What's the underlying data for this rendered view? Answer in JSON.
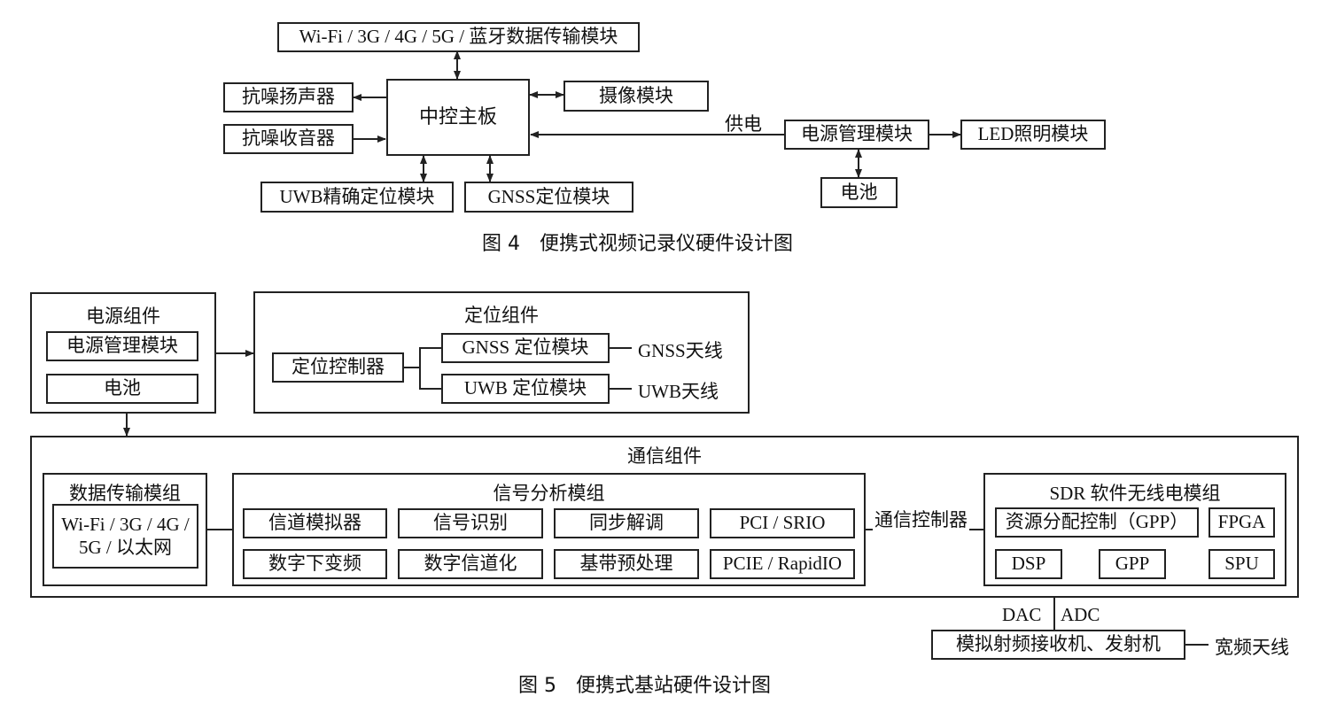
{
  "fig4": {
    "caption": "图 4　便携式视频记录仪硬件设计图",
    "wireless_module": "Wi-Fi / 3G / 4G / 5G / 蓝牙数据传输模块",
    "speaker": "抗噪扬声器",
    "microphone": "抗噪收音器",
    "mainboard": "中控主板",
    "camera": "摄像模块",
    "uwb": "UWB精确定位模块",
    "gnss": "GNSS定位模块",
    "power_label": "供电",
    "power_mgmt": "电源管理模块",
    "led": "LED照明模块",
    "battery": "电池"
  },
  "fig5": {
    "caption": "图 5　便携式基站硬件设计图",
    "power_group": {
      "title": "电源组件",
      "mgmt": "电源管理模块",
      "battery": "电池"
    },
    "positioning_group": {
      "title": "定位组件",
      "controller": "定位控制器",
      "gnss_module": "GNSS 定位模块",
      "uwb_module": "UWB 定位模块",
      "gnss_antenna": "GNSS天线",
      "uwb_antenna": "UWB天线"
    },
    "comm_group": {
      "title": "通信组件",
      "data_group": {
        "title": "数据传输模组",
        "content_line1": "Wi-Fi / 3G / 4G /",
        "content_line2": "5G / 以太网"
      },
      "signal_group": {
        "title": "信号分析模组",
        "cells": [
          "信道模拟器",
          "信号识别",
          "同步解调",
          "PCI / SRIO",
          "数字下变频",
          "数字信道化",
          "基带预处理",
          "PCIE / RapidIO"
        ]
      },
      "controller": "通信控制器",
      "sdr_group": {
        "title": "SDR 软件无线电模组",
        "resource": "资源分配控制（GPP）",
        "fpga": "FPGA",
        "dsp": "DSP",
        "gpp": "GPP",
        "spu": "SPU"
      }
    },
    "dac": "DAC",
    "adc": "ADC",
    "rf": "模拟射频接收机、发射机",
    "antenna": "宽频天线"
  }
}
